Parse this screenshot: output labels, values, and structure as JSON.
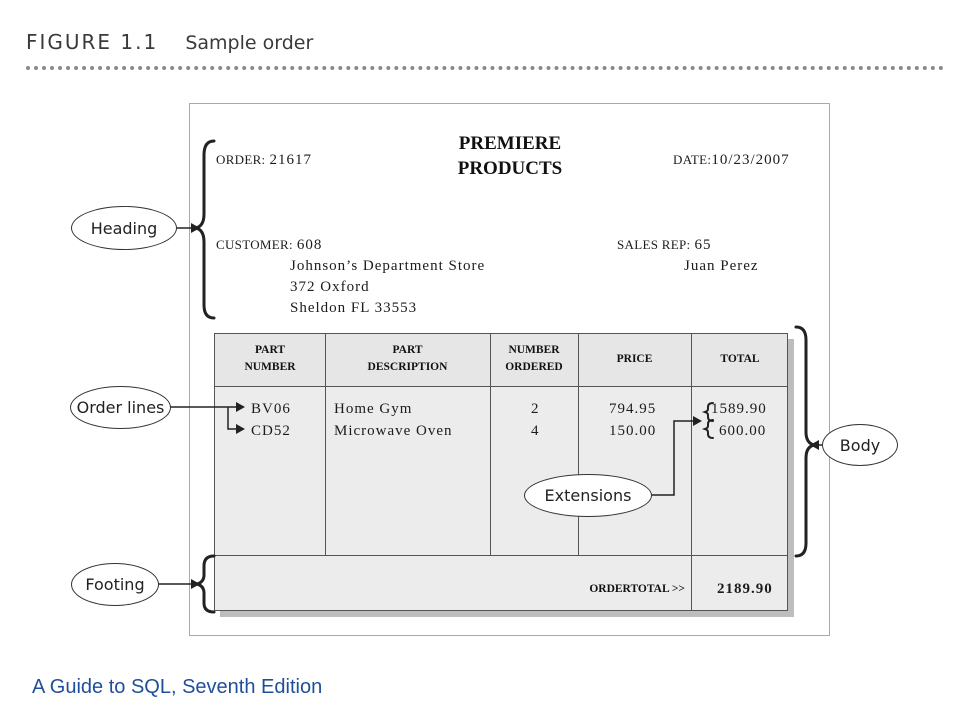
{
  "figure": {
    "label": "FIGURE 1.1",
    "caption": "Sample order"
  },
  "order": {
    "company_line1": "PREMIERE",
    "company_line2": "PRODUCTS",
    "order_label": "ORDER:",
    "order_number": "21617",
    "date_label": "DATE:",
    "date_value": "10/23/2007",
    "customer_label": "CUSTOMER:",
    "customer_number": "608",
    "customer_name": "Johnson’s Department Store",
    "customer_street": "372 Oxford",
    "customer_city": "Sheldon FL 33553",
    "rep_label": "SALES REP:",
    "rep_number": "65",
    "rep_name": "Juan Perez"
  },
  "table": {
    "headers": [
      {
        "line1": "PART",
        "line2": "NUMBER"
      },
      {
        "line1": "PART",
        "line2": "DESCRIPTION"
      },
      {
        "line1": "NUMBER",
        "line2": "ORDERED"
      },
      {
        "line1": "PRICE",
        "line2": ""
      },
      {
        "line1": "TOTAL",
        "line2": ""
      }
    ],
    "rows": [
      {
        "part": "BV06",
        "description": "Home Gym",
        "ordered": "2",
        "price": "794.95",
        "total": "1589.90"
      },
      {
        "part": "CD52",
        "description": "Microwave Oven",
        "ordered": "4",
        "price": "150.00",
        "total": "600.00"
      }
    ],
    "order_total_label": "ORDERTOTAL >>",
    "order_total_value": "2189.90"
  },
  "callouts": {
    "heading": "Heading",
    "order_lines": "Order lines",
    "footing": "Footing",
    "body": "Body",
    "extensions": "Extensions"
  },
  "credit": "A Guide to SQL, Seventh Edition"
}
